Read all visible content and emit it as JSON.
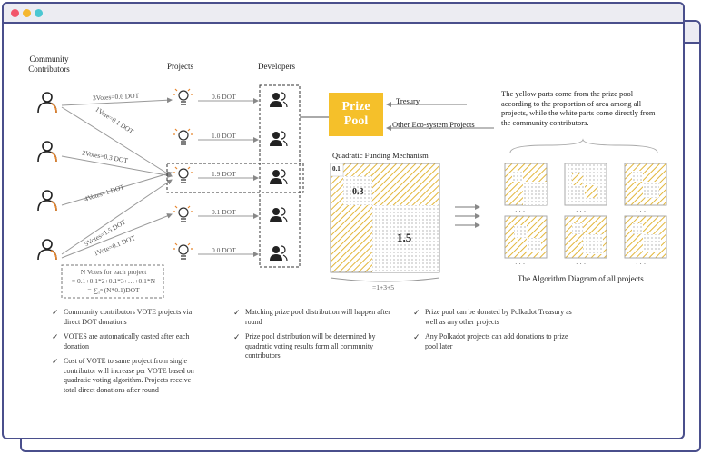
{
  "window": {
    "dot_colors": [
      "#f2566b",
      "#f5b72f",
      "#4cc7d2"
    ]
  },
  "headers": {
    "contributors": "Community Contributors",
    "projects": "Projects",
    "developers": "Developers"
  },
  "edges": {
    "votes_a": "3Votes=0.6 DOT",
    "votes_b": "1Vote=0.1 DOT",
    "votes_c": "2Votes=0.3 DOT",
    "votes_d": "4Votes=1 DOT",
    "votes_e": "5Votes=1.5 DOT",
    "votes_f": "1Vote=0.1 DOT"
  },
  "project_amounts": [
    "0.6 DOT",
    "1.0 DOT",
    "1.9 DOT",
    "0.1 DOT",
    "0.0 DOT"
  ],
  "formula": {
    "line1": "N Votes for each project",
    "line2": "= 0.1+0.1*2+0.1*3+…+0.1*N",
    "line3": "= ∑₁ⁿ (N*0.1)DOT"
  },
  "prize_pool": {
    "line1": "Prize",
    "line2": "Pool",
    "color": "#f5c02a"
  },
  "sources": {
    "treasury": "Tresury",
    "other": "Other Eco-system Projects"
  },
  "qf": {
    "title": "Quadratic Funding Mechanism",
    "v1": "0.1",
    "v2": "0.3",
    "v3": "1.5",
    "sum": "=1+3+5"
  },
  "explanation": "The yellow parts come from the prize pool according to the proportion of  area  among all projects, while the white parts come directly from the community contributors.",
  "algorithm_caption": "The Algorithm Diagram of all projects",
  "dots": "· · ·",
  "bullets_col1": [
    "Community contributors VOTE projects via direct DOT donations",
    "VOTES are automatically casted after each donation",
    "Cost of VOTE to same project from single contributor will increase per VOTE based on quadratic voting algorithm. Projects receive total direct donations after round"
  ],
  "bullets_col2": [
    "Matching prize pool distribution will happen after round",
    "Prize pool distribution will be determined by quadratic voting results form all community contributors"
  ],
  "bullets_col3": [
    "Prize pool can be donated by Polkadot Treasury as well as any other projects",
    "Any Polkadot projects can add donations to prize pool later"
  ],
  "check": "✓"
}
